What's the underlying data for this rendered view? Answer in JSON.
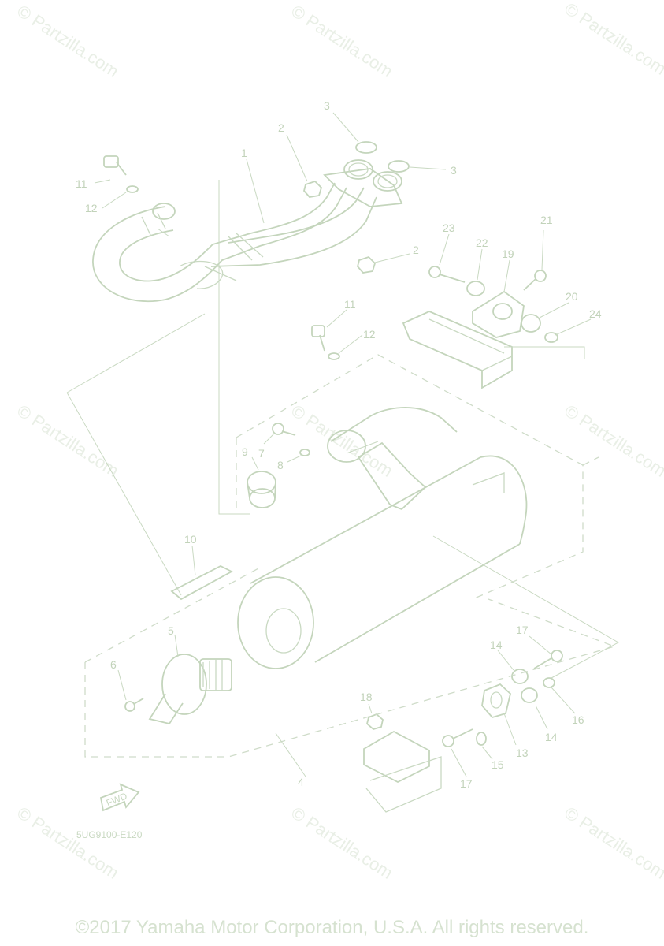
{
  "watermark": "© Partzilla.com",
  "diagram_code": "5UG9100-E120",
  "fwd_label": "FWD",
  "copyright": "©2017 Yamaha Motor Corporation, U.S.A. All rights reserved.",
  "callouts": {
    "c1": "1",
    "c2a": "2",
    "c2b": "2",
    "c3a": "3",
    "c3b": "3",
    "c4": "4",
    "c5": "5",
    "c6": "6",
    "c7": "7",
    "c8": "8",
    "c9": "9",
    "c10": "10",
    "c11a": "11",
    "c11b": "11",
    "c12a": "12",
    "c12b": "12",
    "c13": "13",
    "c14a": "14",
    "c14b": "14",
    "c15": "15",
    "c16": "16",
    "c17a": "17",
    "c17b": "17",
    "c18": "18",
    "c19": "19",
    "c20": "20",
    "c21": "21",
    "c22": "22",
    "c23": "23",
    "c24": "24"
  },
  "colors": {
    "line": "#c9d9c2",
    "watermark": "#e9efe6",
    "background": "#ffffff"
  }
}
